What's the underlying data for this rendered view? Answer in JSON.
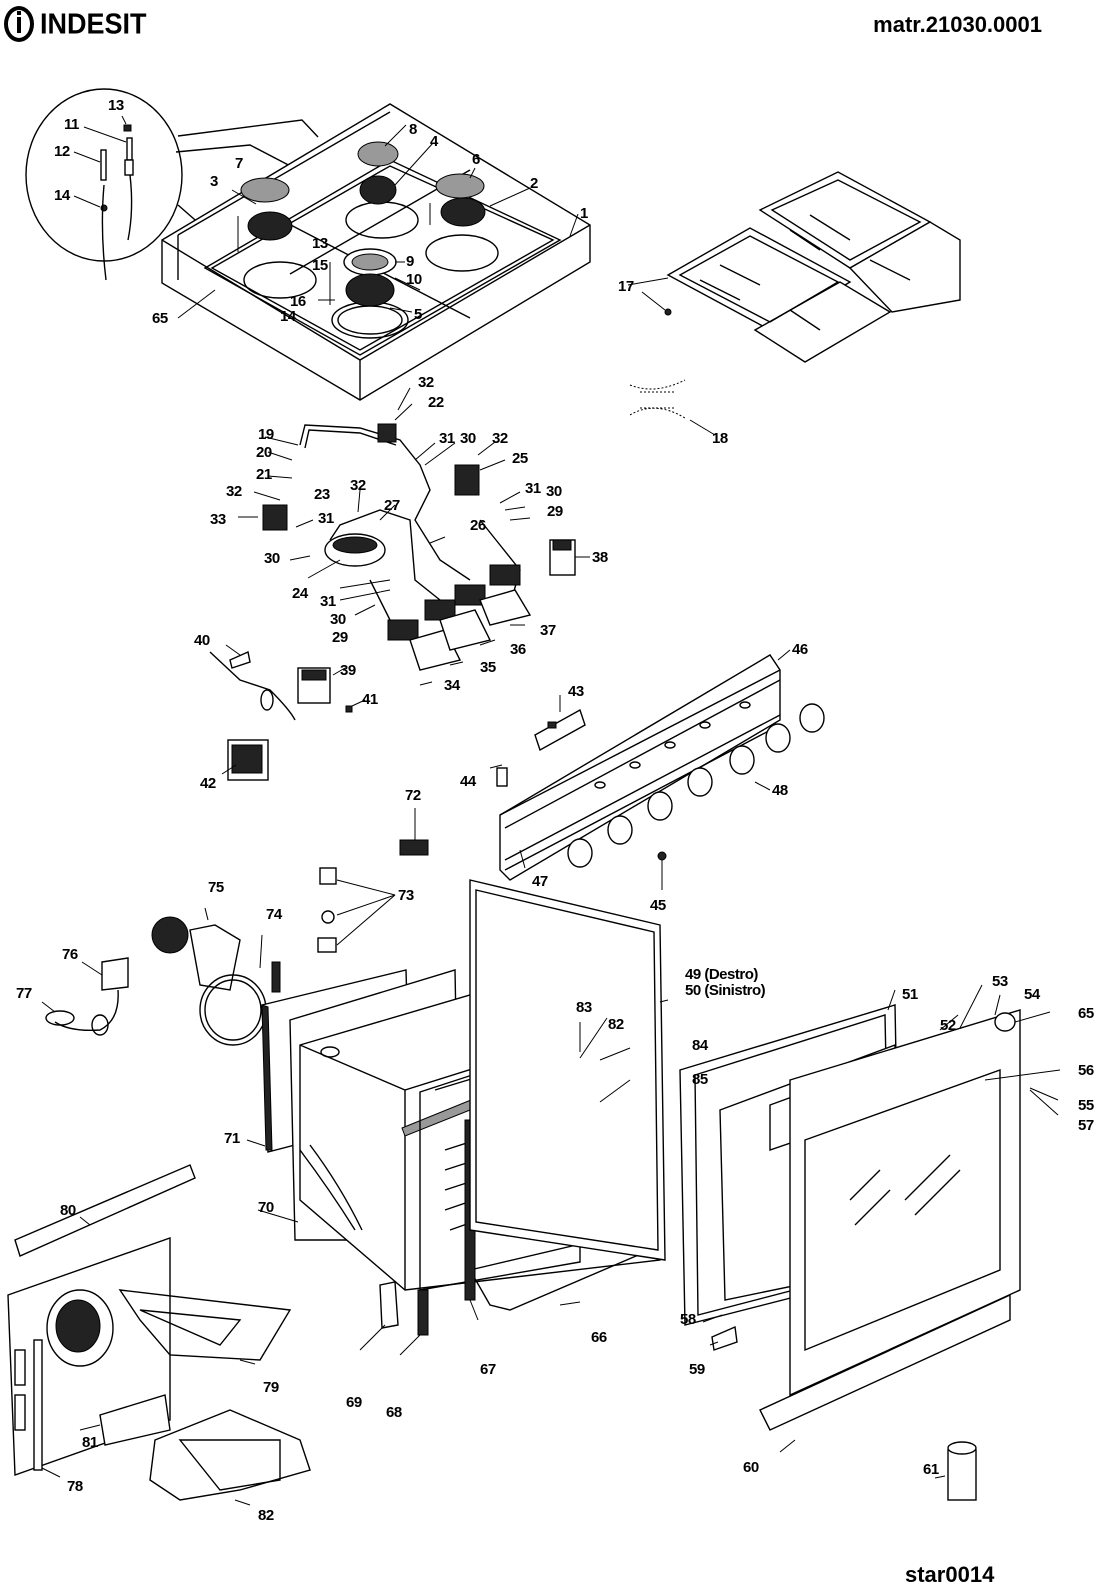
{
  "header": {
    "brand": "INDESIT",
    "matr": "matr.21030.0001"
  },
  "footer": {
    "drawing_code": "star0014"
  },
  "labels": {
    "p13a": "13",
    "p11": "11",
    "p12": "12",
    "p14a": "14",
    "p8": "8",
    "p4": "4",
    "p6": "6",
    "p7": "7",
    "p3": "3",
    "p2": "2",
    "p1": "1",
    "p13b": "13",
    "p9": "9",
    "p15": "15",
    "p10": "10",
    "p16": "16",
    "p14b": "14",
    "p5": "5",
    "p65a": "65",
    "p17": "17",
    "p18": "18",
    "p32a": "32",
    "p22": "22",
    "p19": "19",
    "p20": "20",
    "p21": "21",
    "p31a": "31",
    "p30a": "30",
    "p32b": "32",
    "p25": "25",
    "p32c": "32",
    "p23": "23",
    "p33": "33",
    "p32d": "32",
    "p27": "27",
    "p31b": "31",
    "p30b": "30",
    "p29a": "29",
    "p31c": "31",
    "p30c": "30",
    "p26": "26",
    "p24": "24",
    "p31d": "31",
    "p30d": "30",
    "p29b": "29",
    "p38": "38",
    "p37": "37",
    "p36": "36",
    "p35": "35",
    "p34": "34",
    "p40": "40",
    "p39": "39",
    "p41": "41",
    "p42": "42",
    "p43": "43",
    "p44": "44",
    "p46": "46",
    "p48": "48",
    "p47": "47",
    "p45": "45",
    "p72": "72",
    "p75": "75",
    "p73": "73",
    "p74": "74",
    "p76": "76",
    "p77": "77",
    "p71": "71",
    "p70": "70",
    "p49": "49 (Destro)",
    "p50": "50 (Sinistro)",
    "p83": "83",
    "p82a": "82",
    "p84a": "84",
    "p85a": "85",
    "p51": "51",
    "p52": "52",
    "p53": "53",
    "p54": "54",
    "p65b": "65",
    "p56": "56",
    "p55": "55",
    "p57": "57",
    "p58": "58",
    "p66": "66",
    "p67": "67",
    "p59": "59",
    "p69": "69",
    "p68": "68",
    "p80": "80",
    "p79": "79",
    "p81": "81",
    "p78": "78",
    "p82b": "82",
    "p60": "60",
    "p61": "61"
  }
}
